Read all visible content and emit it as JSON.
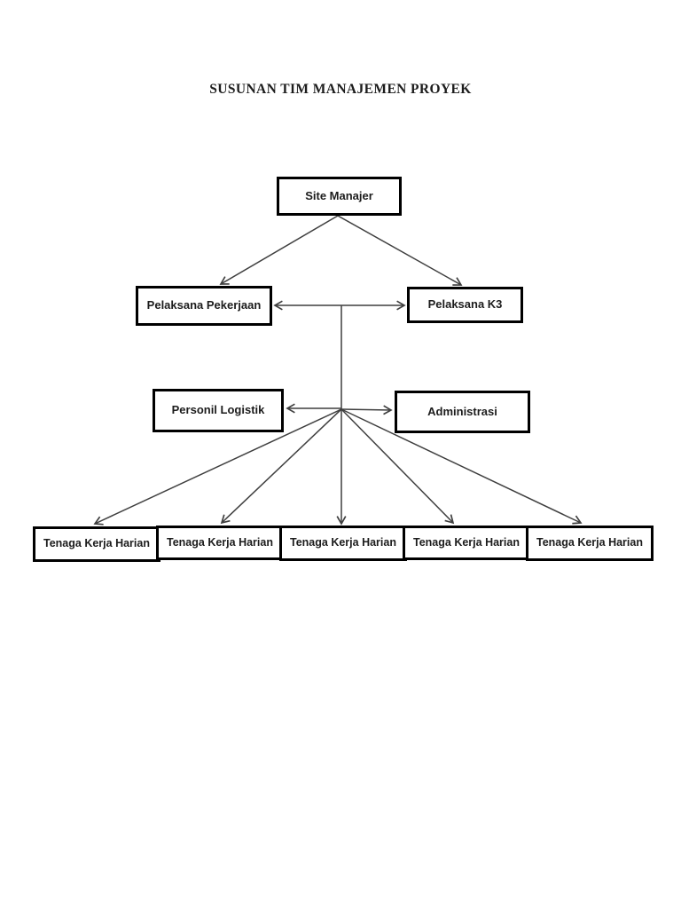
{
  "title": "SUSUNAN TIM MANAJEMEN PROYEK",
  "nodes": [
    {
      "id": "site-manajer",
      "label": "Site Manajer",
      "level": 1
    },
    {
      "id": "pelaksana-pekerjaan",
      "label": "Pelaksana Pekerjaan",
      "level": 2
    },
    {
      "id": "pelaksana-k3",
      "label": "Pelaksana K3",
      "level": 2
    },
    {
      "id": "personil-logistik",
      "label": "Personil Logistik",
      "level": 3
    },
    {
      "id": "administrasi",
      "label": "Administrasi",
      "level": 3
    },
    {
      "id": "tenaga-kerja-harian-1",
      "label": "Tenaga Kerja Harian",
      "level": 4
    },
    {
      "id": "tenaga-kerja-harian-2",
      "label": "Tenaga Kerja Harian",
      "level": 4
    },
    {
      "id": "tenaga-kerja-harian-3",
      "label": "Tenaga Kerja Harian",
      "level": 4
    },
    {
      "id": "tenaga-kerja-harian-4",
      "label": "Tenaga Kerja Harian",
      "level": 4
    },
    {
      "id": "tenaga-kerja-harian-5",
      "label": "Tenaga Kerja Harian",
      "level": 4
    }
  ],
  "edges": [
    {
      "from": "site-manajer",
      "to": "pelaksana-pekerjaan",
      "arrow": "end"
    },
    {
      "from": "site-manajer",
      "to": "pelaksana-k3",
      "arrow": "end"
    },
    {
      "from": "pelaksana-pekerjaan",
      "to": "pelaksana-k3",
      "arrow": "both"
    },
    {
      "from": "pelaksana-connector",
      "to": "tenaga-kerja-harian-3",
      "arrow": "end",
      "via": "hub"
    },
    {
      "from": "hub",
      "to": "personil-logistik",
      "arrow": "end"
    },
    {
      "from": "hub",
      "to": "administrasi",
      "arrow": "end"
    },
    {
      "from": "hub",
      "to": "tenaga-kerja-harian-1",
      "arrow": "end"
    },
    {
      "from": "hub",
      "to": "tenaga-kerja-harian-2",
      "arrow": "end"
    },
    {
      "from": "hub",
      "to": "tenaga-kerja-harian-4",
      "arrow": "end"
    },
    {
      "from": "hub",
      "to": "tenaga-kerja-harian-5",
      "arrow": "end"
    }
  ],
  "colors": {
    "line": "#3f3f3f",
    "box-border": "#000000",
    "text": "#1c1c1c",
    "bg": "#ffffff"
  }
}
